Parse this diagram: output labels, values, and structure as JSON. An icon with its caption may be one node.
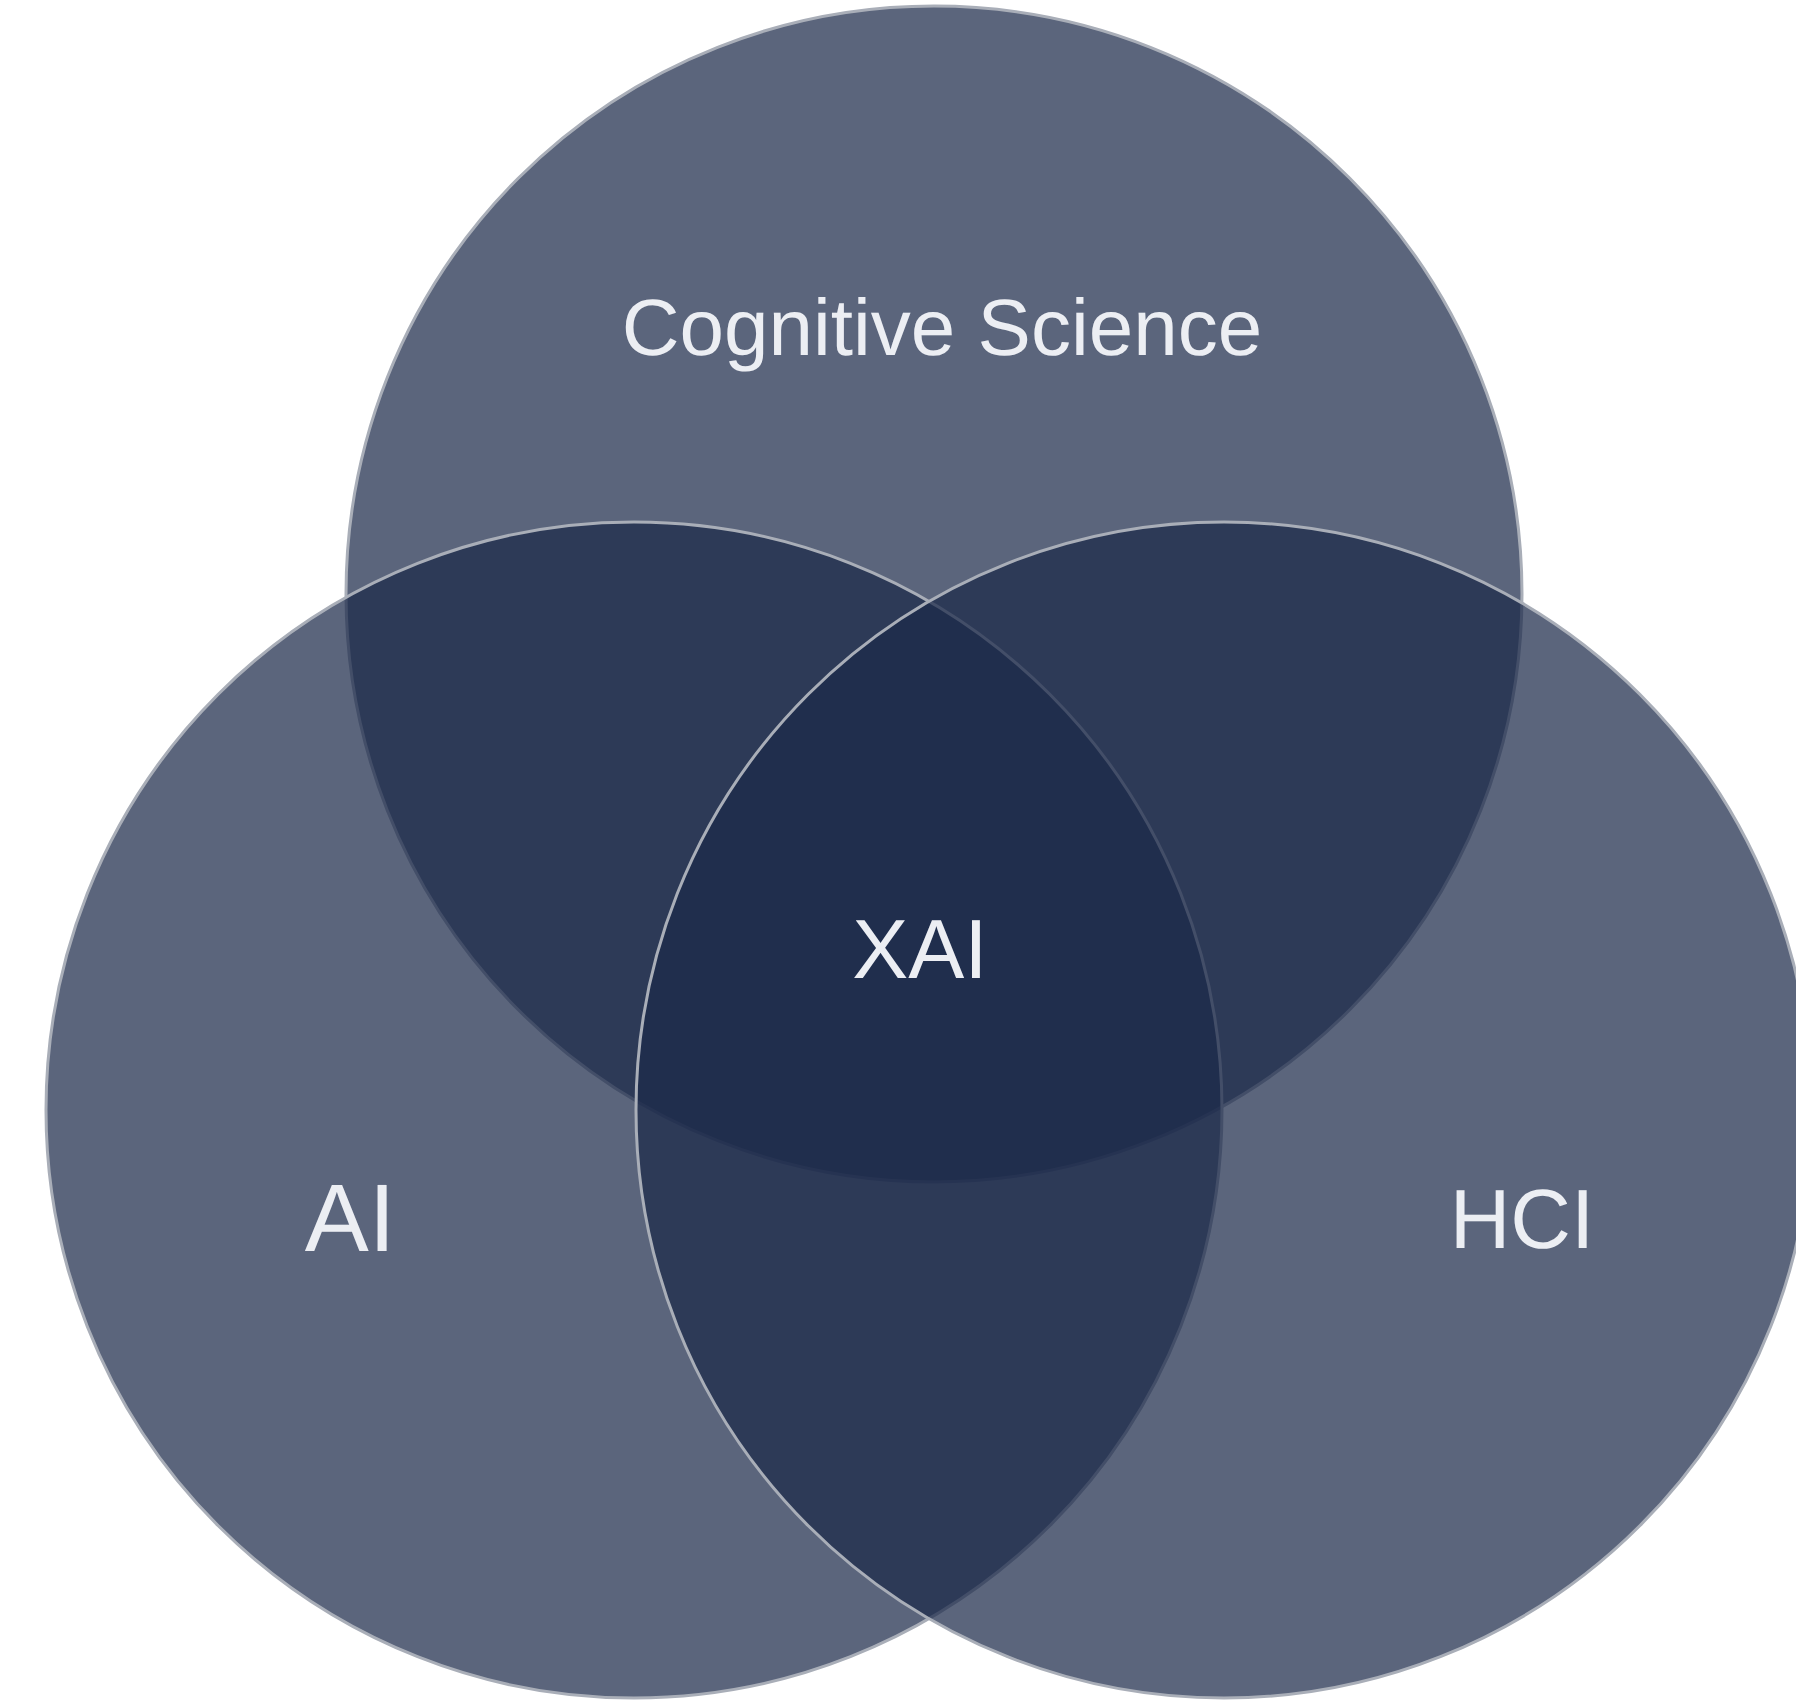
{
  "diagram": {
    "nodes": [
      {
        "text": [
          "Cognitive Science"
        ]
      },
      {
        "text": [
          "AI"
        ]
      },
      {
        "text": [
          "HCI"
        ]
      }
    ],
    "labels": [
      "XAI"
    ]
  }
}
